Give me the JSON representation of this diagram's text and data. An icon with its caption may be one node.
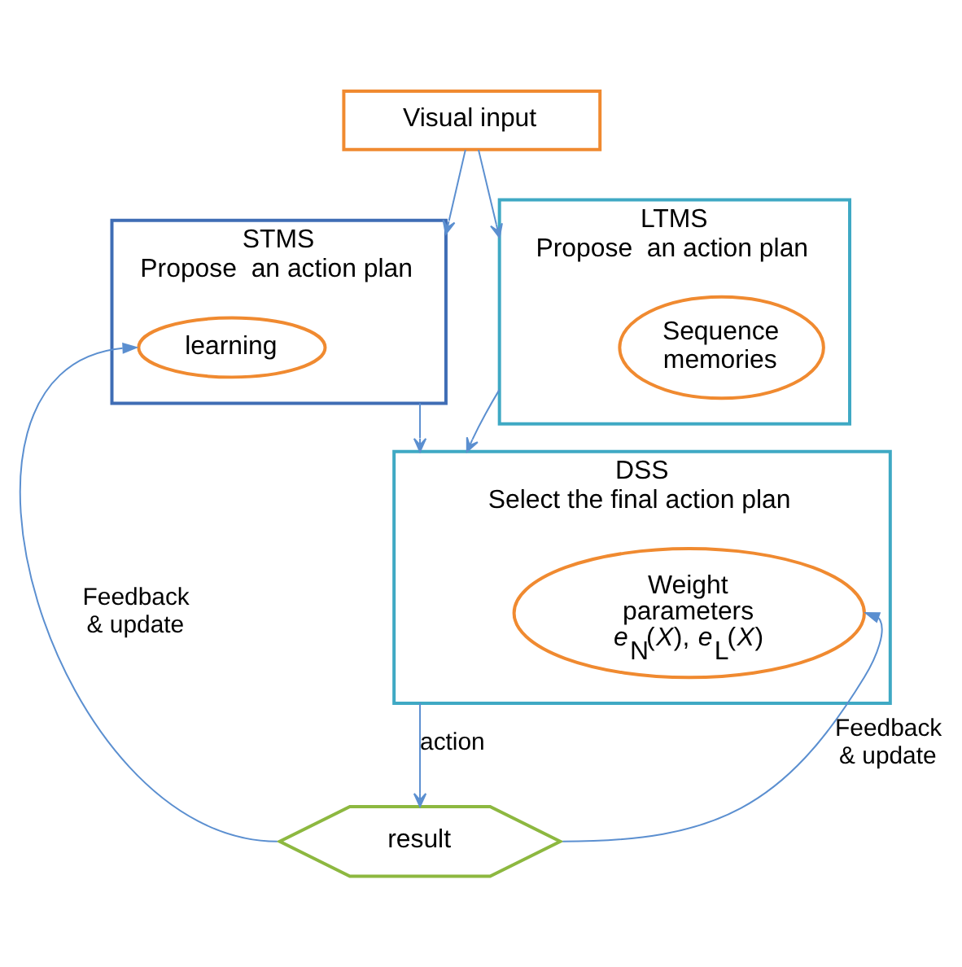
{
  "diagram": {
    "nodes": [
      {
        "text": [
          "Visual input"
        ]
      },
      {
        "text": [
          "STMS",
          "Propose  an action plan"
        ]
      },
      {
        "text": [
          "learning"
        ],
        "in": 1
      },
      {
        "text": [
          "LTMS",
          "Propose  an action plan"
        ]
      },
      {
        "text": [
          "Sequence memories"
        ],
        "in": 3
      },
      {
        "text": [
          "DSS",
          "Select the final action plan"
        ]
      },
      {
        "text": [
          "Weight parameters",
          "*e*$_{N}$(*X*), *e*$_{L}$(*X*)"
        ],
        "in": 5
      },
      {
        "text": [
          "result"
        ]
      }
    ],
    "edges": [
      {
        "from": 0,
        "to": 1,
        "arrow": "to"
      },
      {
        "from": 0,
        "to": 3,
        "arrow": "to"
      },
      {
        "from": 1,
        "to": 5,
        "arrow": "to"
      },
      {
        "from": 3,
        "to": 5,
        "arrow": "to"
      },
      {
        "from": 5,
        "to": 7,
        "arrow": "to",
        "label": "action"
      },
      {
        "from": 7,
        "to": 2,
        "arrow": "to",
        "label": "Feedback & update"
      },
      {
        "from": 7,
        "to": 6,
        "arrow": "to",
        "label": "Feedback & update"
      }
    ]
  }
}
